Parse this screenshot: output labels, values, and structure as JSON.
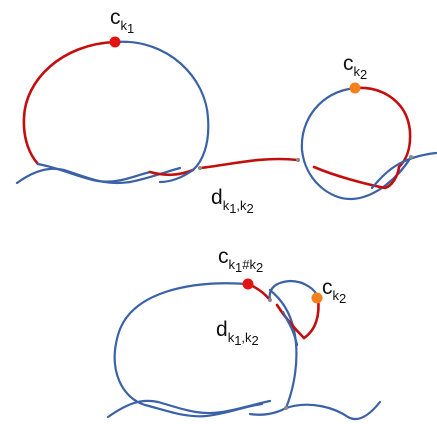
{
  "colors": {
    "blue_strand": "#3b62a6",
    "red_strand": "#c40e0e",
    "point_k1": "#e41313",
    "point_k2": "#f2811d",
    "join_marker": "#8a8a8a"
  },
  "labels": {
    "top_ck1": {
      "main": "c",
      "sub": "k",
      "subsub": "1"
    },
    "top_ck2": {
      "main": "c",
      "sub": "k",
      "subsub": "2"
    },
    "top_d": {
      "main": "d",
      "sub": "k",
      "subsub1": "1",
      "comma": ",",
      "sub2": "k",
      "subsub2": "2"
    },
    "bottom_csum": {
      "main": "c",
      "sub": "k",
      "subsub1": "1",
      "hash": "#",
      "sub2": "k",
      "subsub2": "2"
    },
    "bottom_ck2": {
      "main": "c",
      "sub": "k",
      "subsub": "2"
    },
    "bottom_d": {
      "main": "d",
      "sub": "k",
      "subsub1": "1",
      "comma": ",",
      "sub2": "k",
      "subsub2": "2"
    }
  }
}
